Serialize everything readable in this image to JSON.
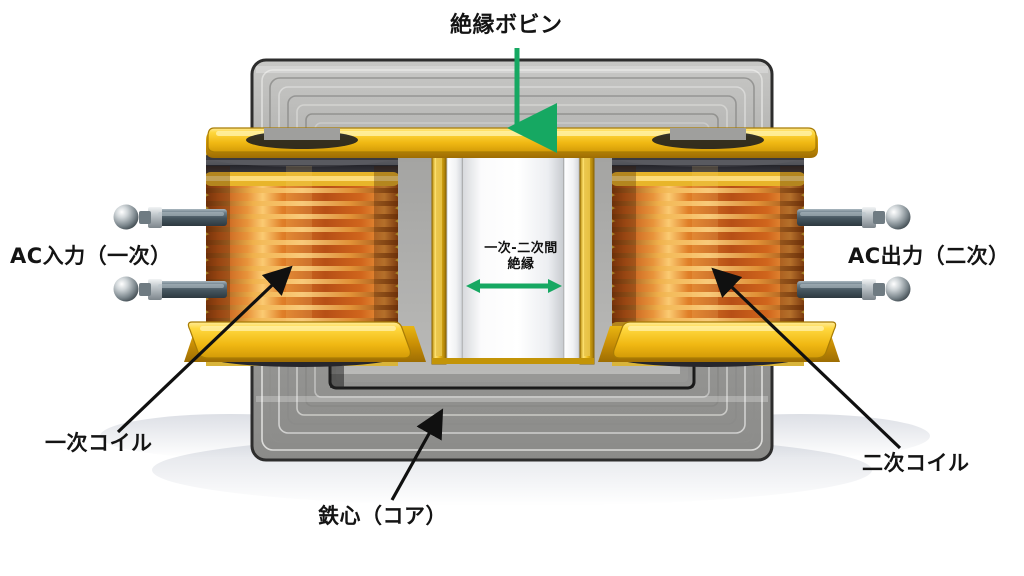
{
  "diagram": {
    "title_label": "絶縁ボビン",
    "subject": "transformer-cutaway",
    "background_color": "#ffffff"
  },
  "labels": {
    "bobbin": "絶縁ボビン",
    "ac_input": "AC入力（一次）",
    "ac_output": "AC出力（二次）",
    "primary_coil": "一次コイル",
    "secondary_coil": "二次コイル",
    "iron_core": "鉄心（コア）",
    "insulation_line1": "一次‐二次間",
    "insulation_line2": "絶縁"
  },
  "colors": {
    "arrow_green": "#16a862",
    "leader_black": "#101010",
    "core_gray": "#9a9a99",
    "core_gray_light": "#c9c9c7",
    "core_gray_dark": "#6e6e6d",
    "bobbin_yellow": "#f2c11c",
    "bobbin_yellow_light": "#ffe46a",
    "bobbin_yellow_dark": "#b5860a",
    "copper": "#c2591d",
    "copper_light": "#f2a83c",
    "copper_dark": "#7d3208",
    "terminal_steel": "#5d6f78",
    "terminal_steel_light": "#c5ced3",
    "band_black": "#2a2a2c",
    "insulator_white": "#f4f5f7",
    "text_color": "#141414"
  },
  "structure": {
    "core_type": "laminated-iron-core",
    "lamination_count": 6,
    "primary_turns": 11,
    "secondary_turns": 11,
    "terminals_left": 2,
    "terminals_right": 2,
    "insulation_gap": "primary-secondary"
  },
  "annotations": [
    {
      "name": "bobbin-arrow",
      "kind": "arrow",
      "color": "#16a862",
      "direction": "down"
    },
    {
      "name": "insulation-arrow",
      "kind": "arrow",
      "color": "#16a862",
      "direction": "horizontal-double"
    },
    {
      "name": "primary-leader",
      "kind": "leader",
      "color": "#101010"
    },
    {
      "name": "secondary-leader",
      "kind": "leader",
      "color": "#101010"
    },
    {
      "name": "core-leader",
      "kind": "leader",
      "color": "#101010"
    }
  ]
}
